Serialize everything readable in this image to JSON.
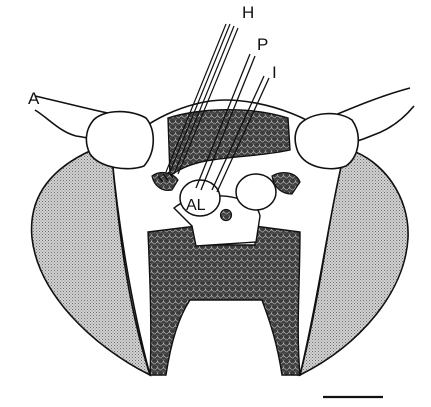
{
  "labels": {
    "h": "H",
    "p": "P",
    "i": "I",
    "a": "A",
    "al": "AL"
  },
  "colors": {
    "ink": "#111111",
    "paper": "#ffffff",
    "stipple": "#9a9a9a",
    "dense_texture": "#3c3c3c"
  }
}
